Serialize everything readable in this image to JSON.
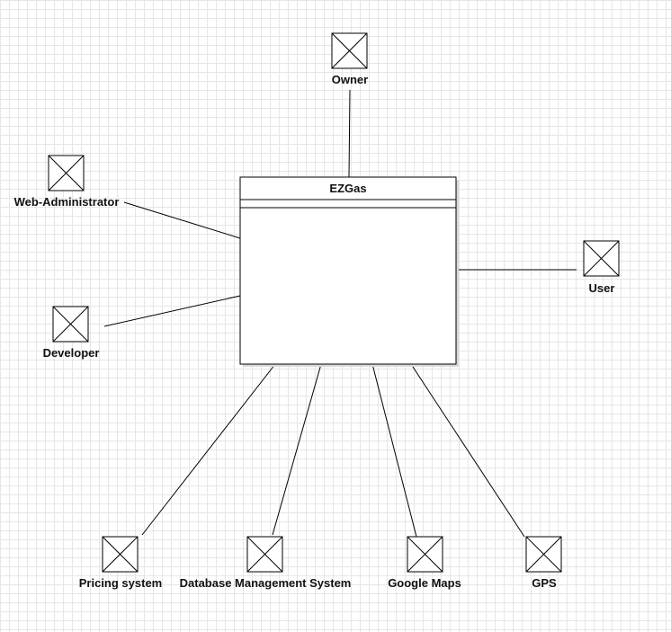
{
  "system": {
    "name": "EZGas"
  },
  "actors": [
    {
      "id": "owner",
      "label": "Owner"
    },
    {
      "id": "web-administrator",
      "label": "Web-Administrator"
    },
    {
      "id": "user",
      "label": "User"
    },
    {
      "id": "developer",
      "label": "Developer"
    },
    {
      "id": "pricing-system",
      "label": "Pricing system"
    },
    {
      "id": "database-management-system",
      "label": "Database Management System"
    },
    {
      "id": "google-maps",
      "label": "Google Maps"
    },
    {
      "id": "gps",
      "label": "GPS"
    }
  ],
  "colors": {
    "stroke": "#000000",
    "grid": "#e6e6e6",
    "background": "#ffffff"
  }
}
